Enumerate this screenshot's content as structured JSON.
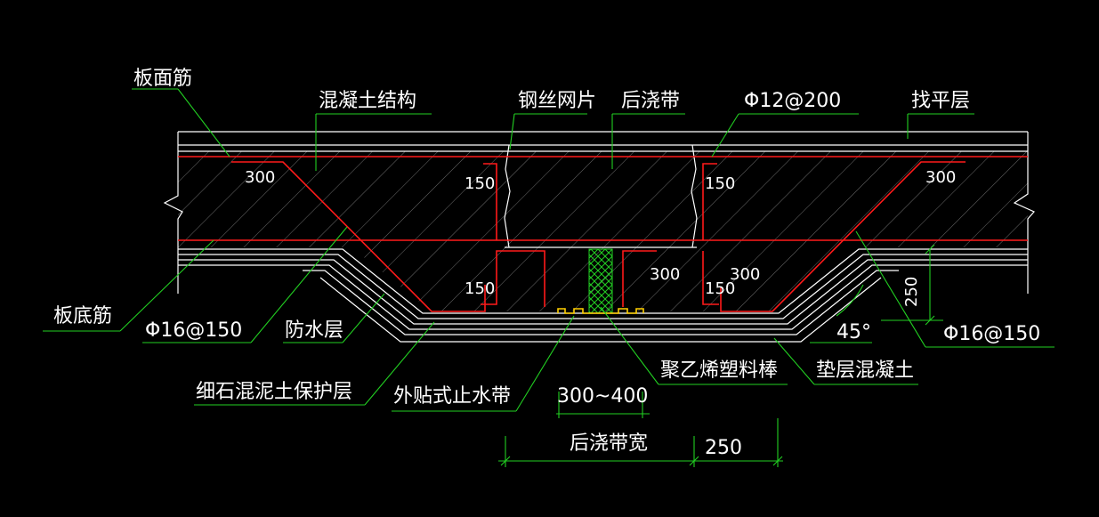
{
  "colors": {
    "background": "#000000",
    "outline": "#ffffff",
    "rebar": "#ff1a1a",
    "leader": "#22d022",
    "hatch": "#bbbbbb",
    "stop_strip": "#ffd000",
    "filler_rod": "#22d022"
  },
  "labels": {
    "top_rebar": "板面筋",
    "concrete_structure": "混凝土结构",
    "steel_mesh": "钢丝网片",
    "post_pour_strip": "后浇带",
    "top_rebar_spec": "Φ12@200",
    "leveling_layer": "找平层",
    "bottom_rebar": "板底筋",
    "bottom_rebar_spec_left": "Φ16@150",
    "waterproof_layer": "防水层",
    "fine_stone_protection": "细石混泥土保护层",
    "external_waterstop": "外贴式止水带",
    "polyethylene_rod": "聚乙烯塑料棒",
    "cushion_concrete": "垫层混凝土",
    "bottom_rebar_spec_right": "Φ16@150",
    "angle": "45°"
  },
  "dimensions": {
    "anchor_top_left": "300",
    "anchor_top_right": "300",
    "hook_top_left": "150",
    "hook_top_right": "150",
    "hook_bottom_left": "150",
    "hook_bottom_right": "150",
    "anchor_bottom_mid": "300",
    "anchor_bottom_right": "300",
    "step_depth": "250",
    "strip_offset": "300~400",
    "strip_width": "后浇带宽",
    "extra_width": "250"
  }
}
